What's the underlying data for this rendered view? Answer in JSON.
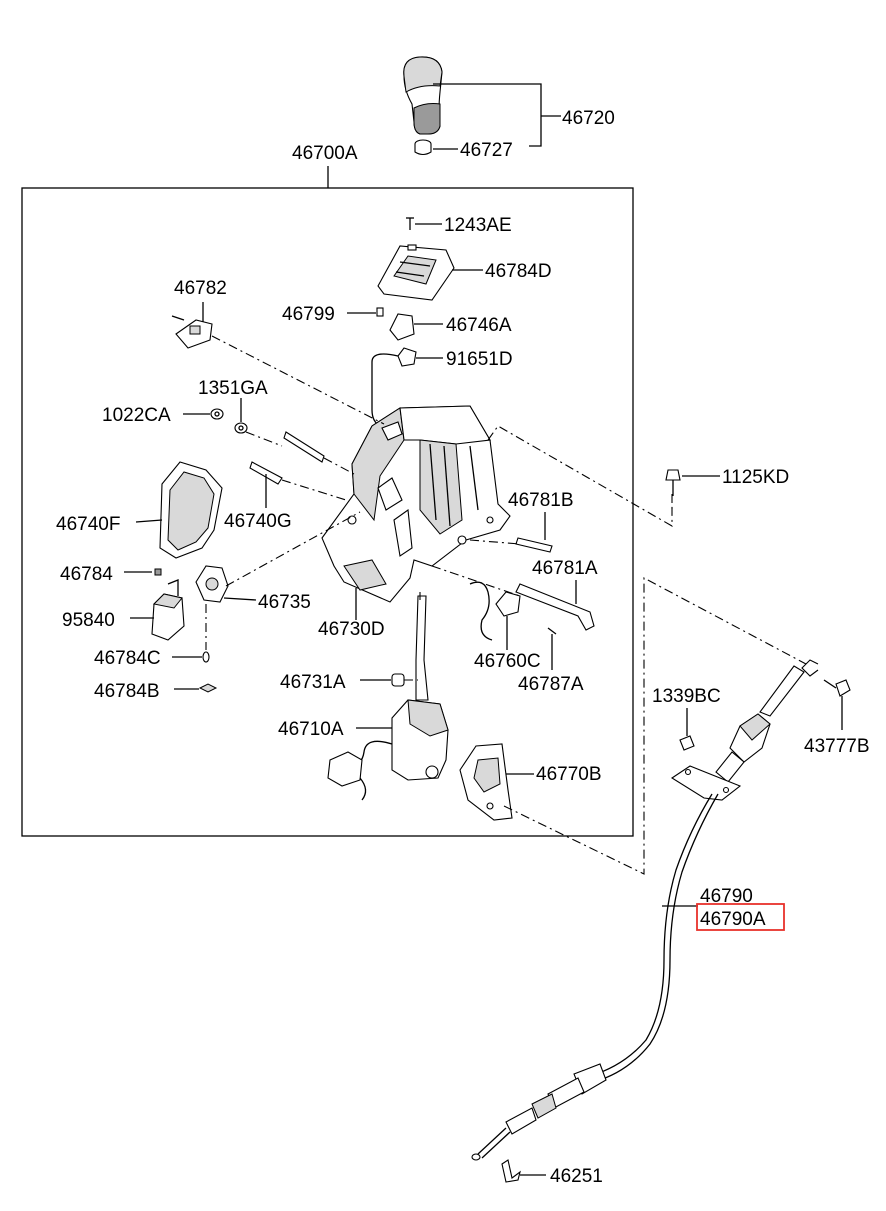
{
  "diagram": {
    "labels": {
      "p46720": "46720",
      "p46727": "46727",
      "p46700A": "46700A",
      "p1243AE": "1243AE",
      "p46784D": "46784D",
      "p46782": "46782",
      "p46799": "46799",
      "p46746A": "46746A",
      "p91651D": "91651D",
      "p1351GA": "1351GA",
      "p1022CA": "1022CA",
      "p1125KD": "1125KD",
      "p46781B": "46781B",
      "p46740F": "46740F",
      "p46740G": "46740G",
      "p46781A": "46781A",
      "p46784": "46784",
      "p46735": "46735",
      "p95840": "95840",
      "p46730D": "46730D",
      "p46784C": "46784C",
      "p46760C": "46760C",
      "p46787A": "46787A",
      "p46731A": "46731A",
      "p46784B": "46784B",
      "p1339BC": "1339BC",
      "p43777B": "43777B",
      "p46710A": "46710A",
      "p46770B": "46770B",
      "p46790": "46790",
      "p46790A": "46790A",
      "p46251": "46251"
    },
    "highlighted_part": "46790A",
    "highlight_color": "#e8312b"
  }
}
